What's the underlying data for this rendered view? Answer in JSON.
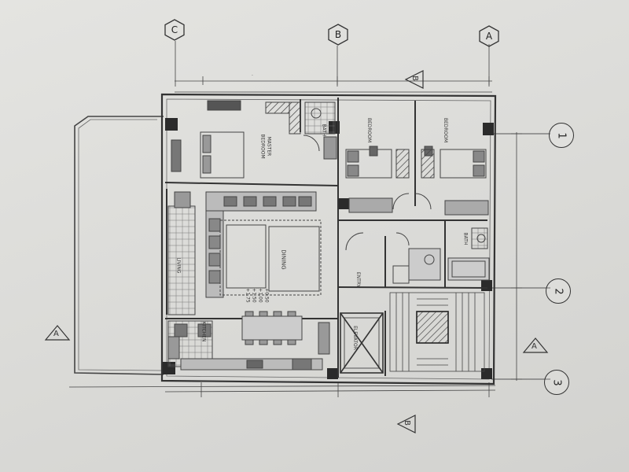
{
  "grid_letters": [
    "C",
    "B",
    "A"
  ],
  "grid_numbers": [
    "1",
    "2",
    "3"
  ],
  "section_marks": {
    "left": "A",
    "right": "A",
    "top": "B",
    "bottom": "B"
  },
  "rooms": {
    "master_bedroom": "MASTER\nBEDROOM",
    "bedroom_1": "BEDROOM",
    "bedroom_2": "BEDROOM",
    "bath_1": "BATH",
    "bath_2": "BATH",
    "living": "LIVING",
    "dining": "DINING",
    "kitchen": "KITCHEN",
    "elevator": "ELEVATOR",
    "entry": "ENTRY"
  },
  "level_marks": [
    "+0.50",
    "+1.00",
    "+1.50",
    "+1.75"
  ],
  "colors": {
    "ink": "#3a3a3a",
    "paper": "#dedede",
    "fill_dark": "#2b2b2b"
  }
}
